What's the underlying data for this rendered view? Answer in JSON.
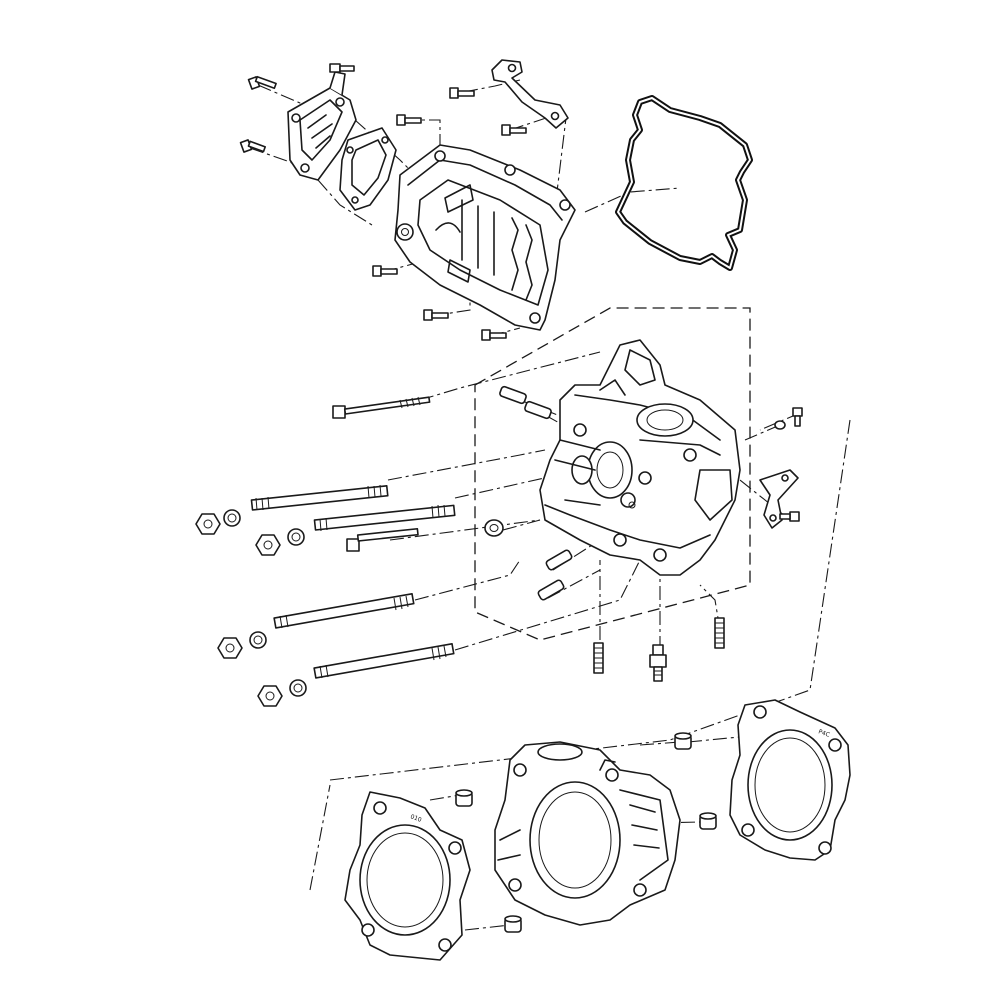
{
  "diagram": {
    "type": "exploded-parts-view",
    "line_color": "#1a1a1a",
    "background": "#ffffff",
    "assemblies": [
      {
        "name": "cylinder-head-cover",
        "icon": "valve-cover-icon"
      },
      {
        "name": "head-cover-gasket",
        "icon": "gasket-icon"
      },
      {
        "name": "breather-cover",
        "icon": "cover-plate-icon"
      },
      {
        "name": "cylinder-head",
        "icon": "cylinder-head-icon"
      },
      {
        "name": "cylinder-block",
        "icon": "cylinder-block-icon"
      },
      {
        "name": "cylinder-base-gasket",
        "icon": "gasket-icon"
      },
      {
        "name": "cylinder-head-gasket",
        "icon": "gasket-icon"
      }
    ],
    "gasket_marks": {
      "base_gasket_mark": "010",
      "head_gasket_mark": "P4C"
    }
  }
}
